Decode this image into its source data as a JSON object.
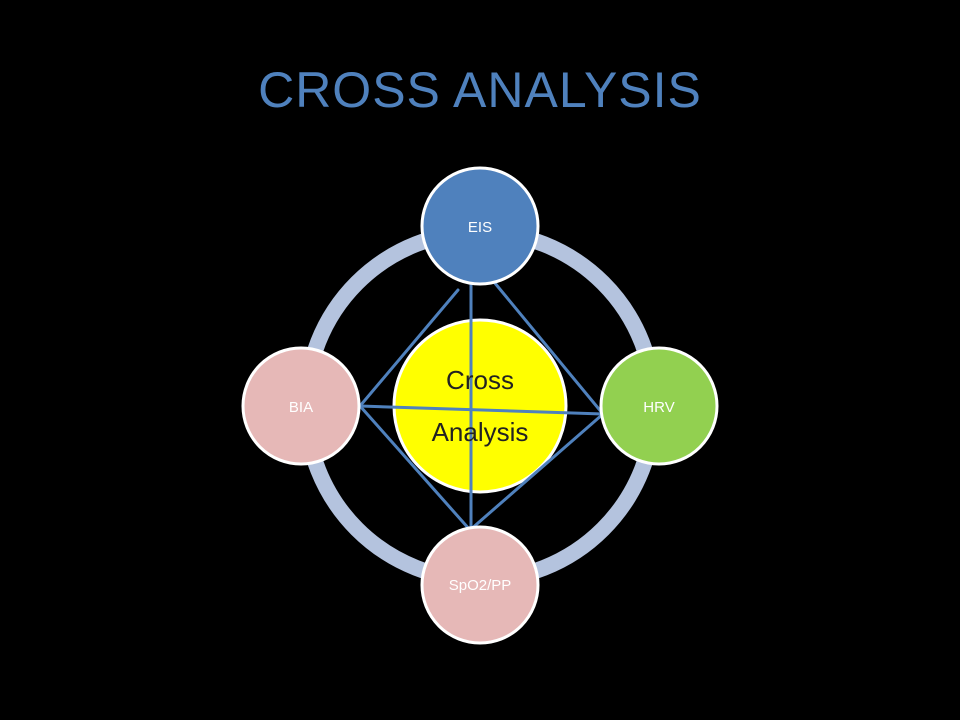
{
  "slide": {
    "title": "CROSS ANALYSIS"
  },
  "diagram": {
    "center": {
      "line1": "Cross",
      "line2": "Analysis",
      "color": "#ffff00"
    },
    "nodes": {
      "top": {
        "label": "EIS",
        "color": "#4f81bd"
      },
      "right": {
        "label": "HRV",
        "color": "#92d050"
      },
      "bottom": {
        "label": "SpO2/PP",
        "color": "#e6b8b7"
      },
      "left": {
        "label": "BIA",
        "color": "#e6b8b7"
      }
    },
    "ring_color": "#b4c3de",
    "connector_color": "#4f81bd"
  }
}
